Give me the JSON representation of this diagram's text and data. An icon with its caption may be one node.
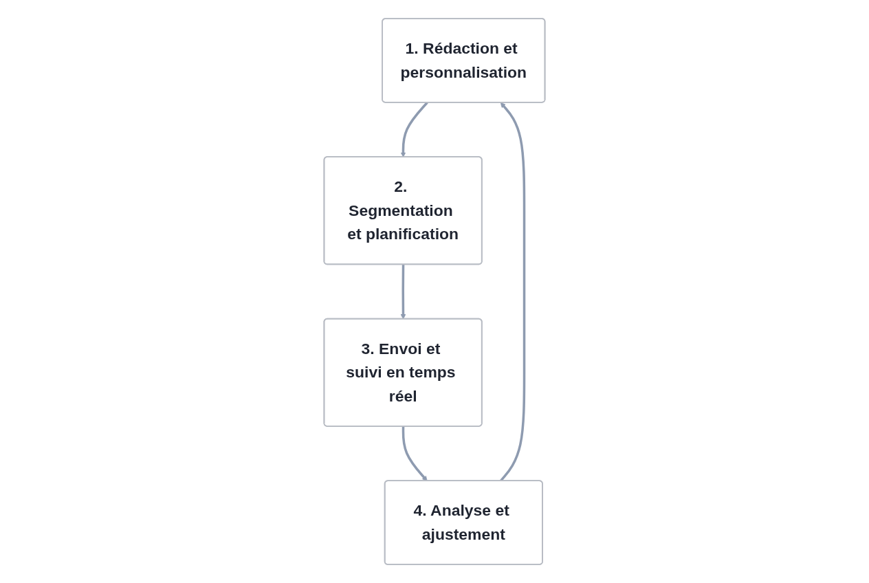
{
  "diagram": {
    "nodes": [
      {
        "text": [
          "1. Rédaction et personnalisation"
        ]
      },
      {
        "text": [
          "2. Segmentation et planification"
        ]
      },
      {
        "text": [
          "3. Envoi et suivi en temps réel"
        ]
      },
      {
        "text": [
          "4. Analyse et ajustement"
        ]
      }
    ],
    "edges": [
      {
        "from": 0,
        "to": 1,
        "arrow": "to"
      },
      {
        "from": 1,
        "to": 2,
        "arrow": "to"
      },
      {
        "from": 2,
        "to": 3,
        "arrow": "to"
      },
      {
        "from": 3,
        "to": 0,
        "arrow": "to"
      }
    ]
  }
}
